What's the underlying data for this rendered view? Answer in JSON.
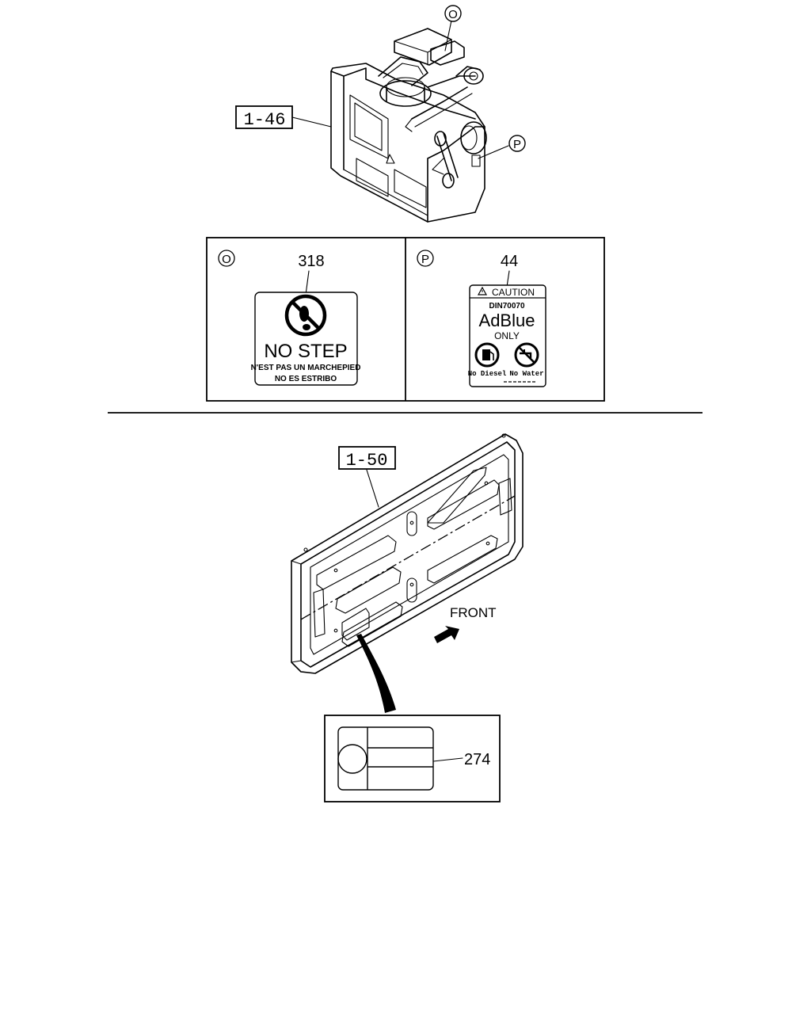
{
  "callouts": {
    "tank_part": "1-46",
    "tray_part": "1-50",
    "marker_o": "O",
    "marker_p": "P"
  },
  "panel_o": {
    "marker": "O",
    "part_number": "318",
    "label_line1": "NO STEP",
    "label_line2": "N'EST PAS UN MARCHEPIED",
    "label_line3": "NO ES ESTRIBO"
  },
  "panel_p": {
    "marker": "P",
    "part_number": "44",
    "header": "CAUTION",
    "code": "DIN70070",
    "product": "AdBlue",
    "only": "ONLY",
    "icon_left_caption": "No Diesel",
    "icon_right_caption": "No Water"
  },
  "tray": {
    "direction_label": "FRONT",
    "plate_part_number": "274"
  },
  "icons": [
    "no-step-prohibition-icon",
    "caution-triangle-icon",
    "no-diesel-pump-icon",
    "no-water-faucet-icon",
    "front-arrow-icon"
  ]
}
